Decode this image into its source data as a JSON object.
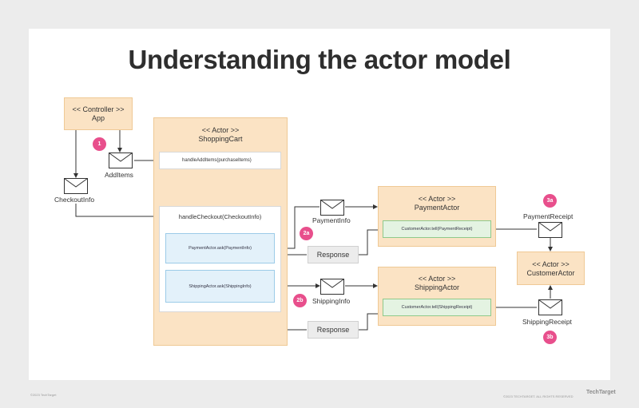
{
  "title": "Understanding the actor model",
  "colors": {
    "actor_fill": "#fbe3c4",
    "badge": "#e84f8c",
    "message_fill": "#e3f1fa",
    "handler_fill": "#e4f3e2",
    "response_fill": "#ececec",
    "line": "#333333"
  },
  "controller": {
    "stereotype": "<< Controller >>",
    "name": "App"
  },
  "shopping_cart": {
    "stereotype": "<< Actor >>",
    "name": "ShoppingCart",
    "handler_add": "handleAddItems(purchaseItems)",
    "handler_checkout": "handleCheckout(CheckoutInfo)",
    "ask_payment": "PaymentActor.ask(PaymentInfo)",
    "ask_shipping": "ShippingActor.ask(ShippingInfo)"
  },
  "payment_actor": {
    "stereotype": "<< Actor >>",
    "name": "PaymentActor",
    "tell": "CustomerActor.tell(PaymentReceipt)"
  },
  "shipping_actor": {
    "stereotype": "<< Actor >>",
    "name": "ShippingActor",
    "tell": "CustomerActor.tell(ShippingReceipt)"
  },
  "customer_actor": {
    "stereotype": "<< Actor >>",
    "name": "CustomerActor"
  },
  "messages": {
    "add_items": "AddItems",
    "checkout_info": "CheckoutInfo",
    "payment_info": "PaymentInfo",
    "shipping_info": "ShippingInfo",
    "payment_receipt": "PaymentReceipt",
    "shipping_receipt": "ShippingReceipt",
    "response_payment": "Response",
    "response_shipping": "Response"
  },
  "badges": {
    "step1": "1",
    "step2a": "2a",
    "step2b": "2b",
    "step3a": "3a",
    "step3b": "3b"
  },
  "footer": {
    "copyright_left": "©2023 TechTarget",
    "copyright_right": "©2023 TECHTARGET. ALL RIGHTS RESERVED",
    "brand": "TechTarget"
  }
}
